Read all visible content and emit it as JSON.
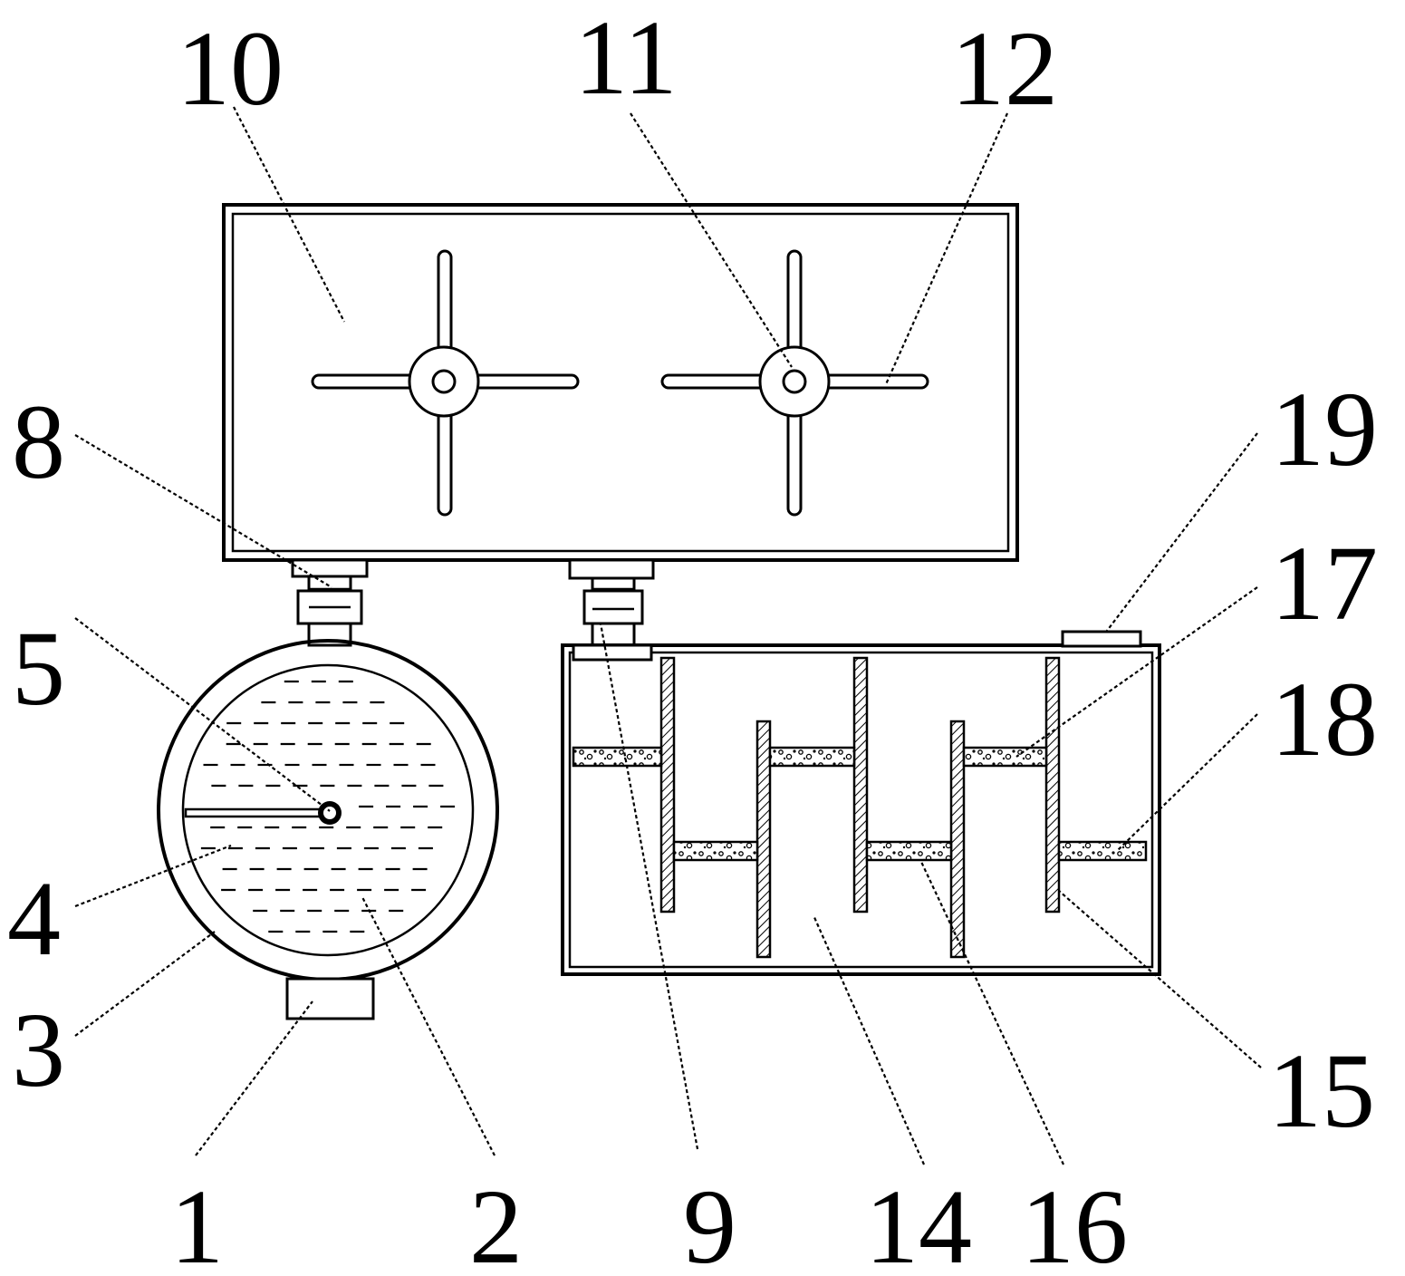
{
  "labels": {
    "l1": "1",
    "l2": "2",
    "l3": "3",
    "l4": "4",
    "l5": "5",
    "l8": "8",
    "l9": "9",
    "l10": "10",
    "l11": "11",
    "l12": "12",
    "l14": "14",
    "l15": "15",
    "l16": "16",
    "l17": "17",
    "l18": "18",
    "l19": "19"
  }
}
